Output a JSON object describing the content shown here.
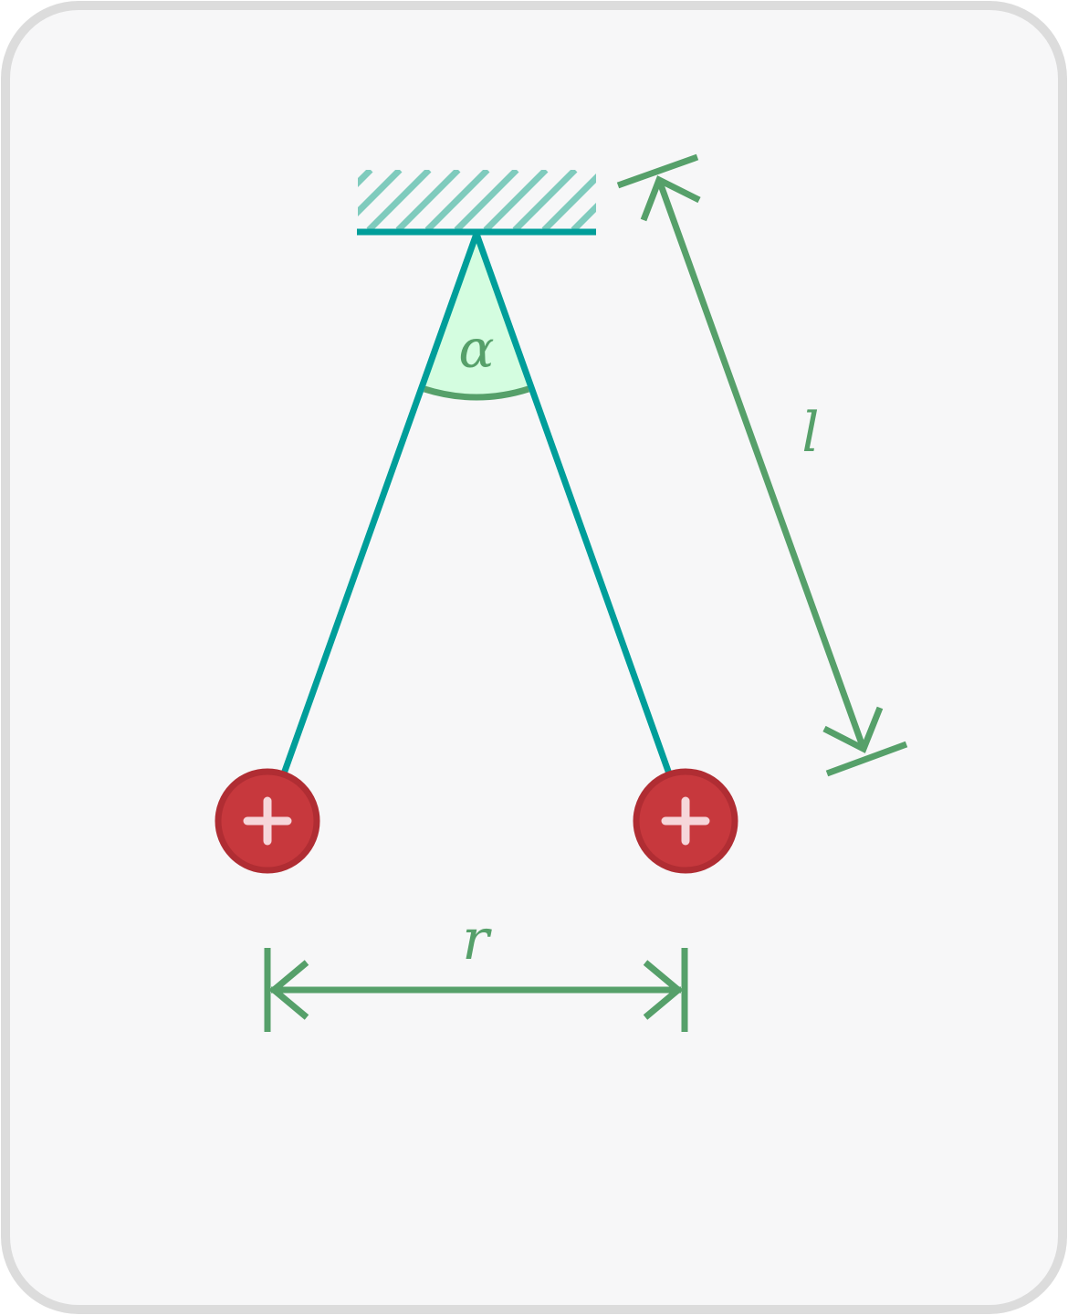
{
  "labels": {
    "angle": "α",
    "length": "l",
    "distance": "r",
    "charge": "+"
  },
  "colors": {
    "card_fill": "#f7f7f8",
    "card_border": "#dcdcdc",
    "string": "#009e9a",
    "hatch": "#7fcbbd",
    "dimension": "#56a06a",
    "angle_fill": "#d4fde0",
    "charge_fill": "#c7383d",
    "charge_ring": "#b02d33",
    "charge_sign": "#f6d6da"
  },
  "icons": {
    "charge": "plus-sign"
  }
}
